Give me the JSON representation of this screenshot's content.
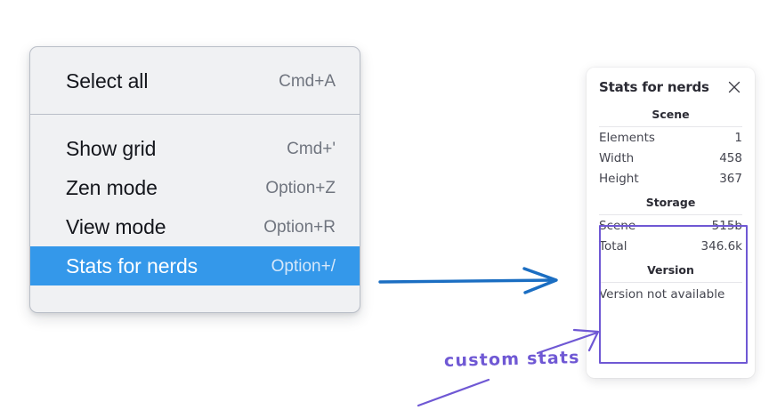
{
  "menu": {
    "sections": [
      {
        "items": [
          {
            "label": "Select all",
            "shortcut": "Cmd+A",
            "selected": false
          }
        ]
      },
      {
        "items": [
          {
            "label": "Show grid",
            "shortcut": "Cmd+'",
            "selected": false
          },
          {
            "label": "Zen mode",
            "shortcut": "Option+Z",
            "selected": false
          },
          {
            "label": "View mode",
            "shortcut": "Option+R",
            "selected": false
          },
          {
            "label": "Stats for nerds",
            "shortcut": "Option+/",
            "selected": true
          }
        ]
      }
    ]
  },
  "stats_panel": {
    "title": "Stats for nerds",
    "close_icon": "close-icon",
    "sections": [
      {
        "heading": "Scene",
        "rows": [
          {
            "key": "Elements",
            "value": "1"
          },
          {
            "key": "Width",
            "value": "458"
          },
          {
            "key": "Height",
            "value": "367"
          }
        ]
      },
      {
        "heading": "Storage",
        "rows": [
          {
            "key": "Scene",
            "value": "515b"
          },
          {
            "key": "Total",
            "value": "346.6k"
          }
        ]
      },
      {
        "heading": "Version",
        "text": "Version not available"
      }
    ]
  },
  "annotations": {
    "handwritten_label": "custom stats",
    "blue_arrow_color": "#1b6ec2",
    "purple_color": "#6f58d4",
    "highlight_color": "#3498ea"
  }
}
